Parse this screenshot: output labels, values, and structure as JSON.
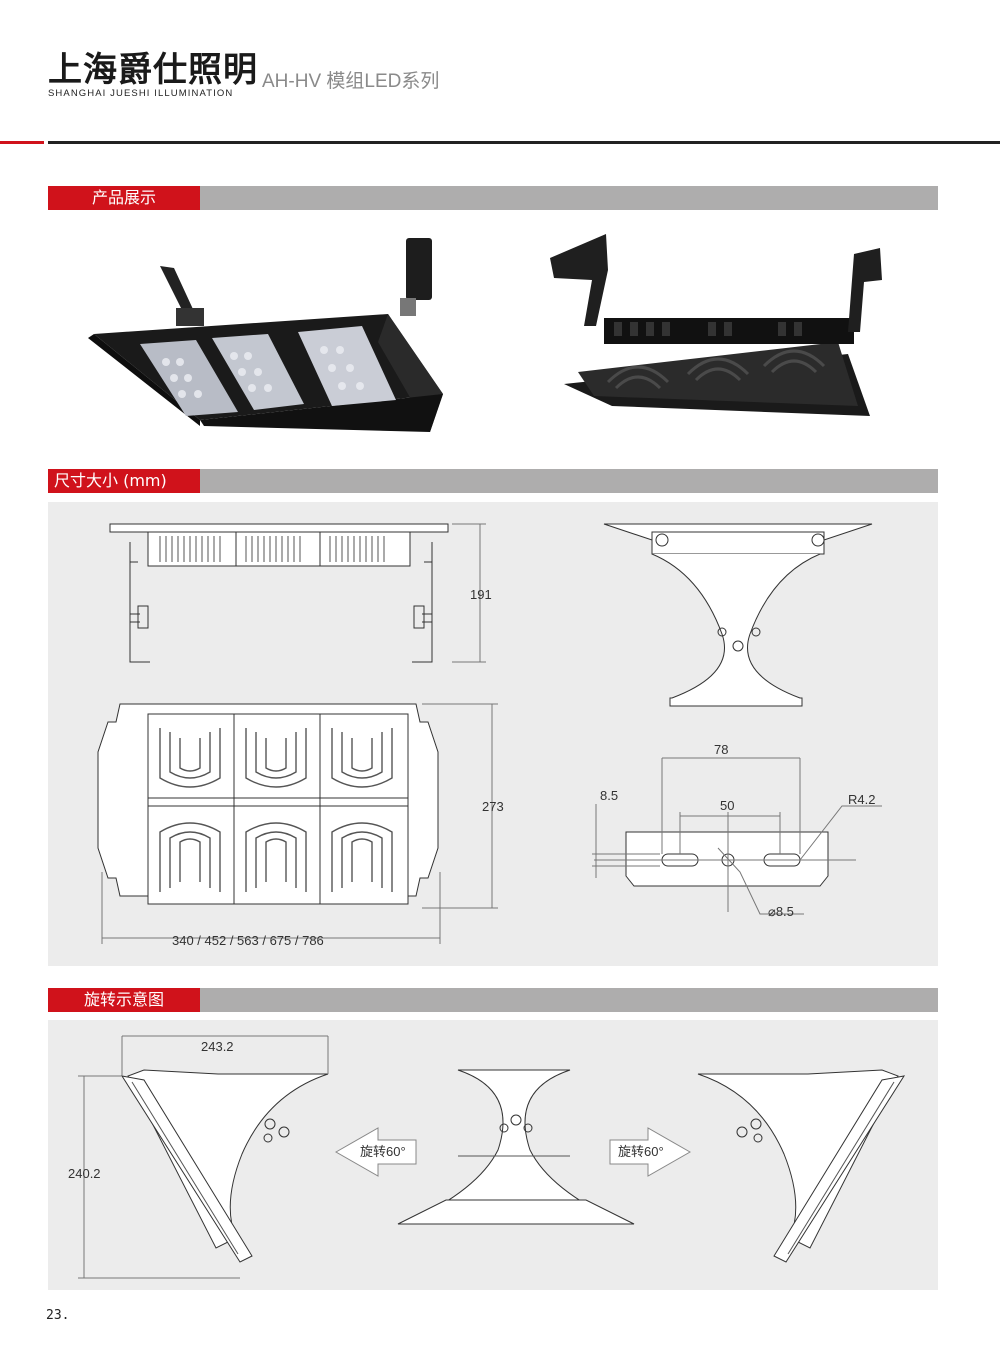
{
  "header": {
    "brand_cn": "上海爵仕照明",
    "brand_en": "SHANGHAI JUESHI ILLUMINATION",
    "series": "AH-HV 模组LED系列"
  },
  "sections": {
    "product": "产品展示",
    "size": "尺寸大小 (mm)",
    "rotation": "旋转示意图"
  },
  "dimensions": {
    "height_side": "191",
    "height_top": "273",
    "length_options": "340 / 452 / 563 / 675 / 786",
    "bracket_78": "78",
    "bracket_50": "50",
    "bracket_85": "8.5",
    "bracket_r": "R4.2",
    "bracket_dia": "⌀8.5",
    "rot_width": "243.2",
    "rot_height": "240.2"
  },
  "rotation_labels": {
    "left": "旋转60°",
    "right": "旋转60°"
  },
  "page_number": "23."
}
